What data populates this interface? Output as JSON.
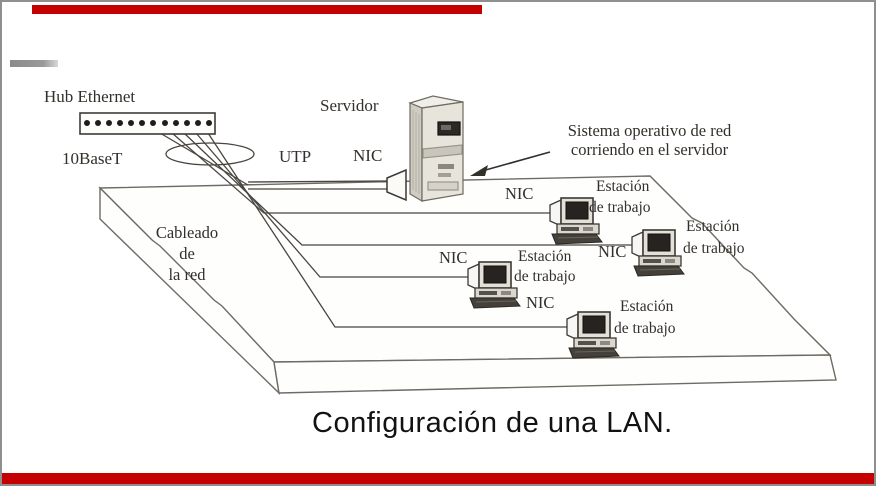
{
  "page": {
    "caption": "Configuración de una LAN."
  },
  "colors": {
    "accent_red": "#c40000",
    "line_gray": "#6f6b64",
    "ink": "#332f2a"
  },
  "diagram": {
    "hub_label": "Hub Ethernet",
    "hub_standard": "10BaseT",
    "cable_label": "UTP",
    "server_nic_label": "NIC",
    "server_label": "Servidor",
    "note_line1": "Sistema operativo de red",
    "note_line2": "corriendo en el servidor",
    "cabling_line1": "Cableado",
    "cabling_line2": "de",
    "cabling_line3": "la red",
    "workstations": [
      {
        "nic": "NIC",
        "name_line1": "Estación",
        "name_line2": "de trabajo"
      },
      {
        "nic": "NIC",
        "name_line1": "Estación",
        "name_line2": "de trabajo"
      },
      {
        "nic": "NIC",
        "name_line1": "Estación",
        "name_line2": "de trabajo"
      },
      {
        "nic": "NIC",
        "name_line1": "Estación",
        "name_line2": "de trabajo"
      }
    ]
  }
}
